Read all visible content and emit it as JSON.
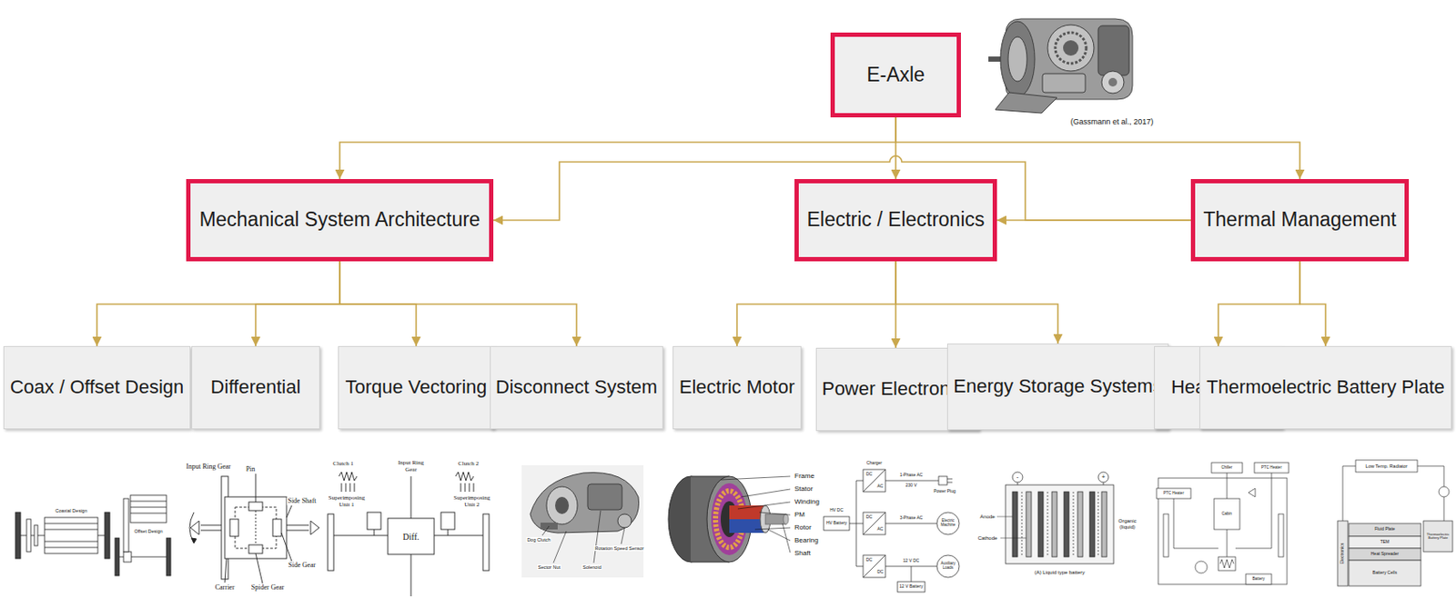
{
  "diagram": {
    "nodes": [
      {
        "text": [
          "E-Axle"
        ]
      },
      {
        "text": [
          "Mechanical System Architecture"
        ]
      },
      {
        "text": [
          "Electric / Electronics"
        ]
      },
      {
        "text": [
          "Thermal Management"
        ]
      },
      {
        "text": [
          "Coax / Offset Design"
        ]
      },
      {
        "text": [
          "Differential"
        ]
      },
      {
        "text": [
          "Torque Vectoring"
        ]
      },
      {
        "text": [
          "Disconnect System"
        ]
      },
      {
        "text": [
          "Electric Motor"
        ]
      },
      {
        "text": [
          "Power Electronics"
        ]
      },
      {
        "text": [
          "Energy Storage Systems"
        ]
      },
      {
        "text": [
          "Heat Pump"
        ]
      },
      {
        "text": [
          "Thermoelectric Battery Plate"
        ]
      }
    ],
    "edges": [
      {
        "from": 0,
        "to": 1,
        "arrow": "to"
      },
      {
        "from": 0,
        "to": 2,
        "arrow": "to"
      },
      {
        "from": 0,
        "to": 3,
        "arrow": "to"
      },
      {
        "from": 3,
        "to": 2,
        "arrow": "to"
      },
      {
        "from": 3,
        "to": 1,
        "arrow": "to"
      },
      {
        "from": 1,
        "to": 4,
        "arrow": "to"
      },
      {
        "from": 1,
        "to": 5,
        "arrow": "to"
      },
      {
        "from": 1,
        "to": 6,
        "arrow": "to"
      },
      {
        "from": 1,
        "to": 7,
        "arrow": "to"
      },
      {
        "from": 2,
        "to": 8,
        "arrow": "to"
      },
      {
        "from": 2,
        "to": 9,
        "arrow": "to"
      },
      {
        "from": 2,
        "to": 10,
        "arrow": "to"
      },
      {
        "from": 3,
        "to": 11,
        "arrow": "to"
      },
      {
        "from": 3,
        "to": 12,
        "arrow": "to"
      }
    ],
    "labels": [
      "(Gassmann et al., 2017)",
      "Coaxial Design",
      "Offset Design",
      "Input Ring Gear",
      "Pin",
      "Side Shaft",
      "Side Gear",
      "Carrier",
      "Spider Gear",
      "Clutch 1",
      "Input Ring Gear",
      "Clutch 2",
      "Superimposing Unit 1",
      "Superimposing Unit 2",
      "Diff.",
      "Dog Clutch",
      "Rotation Speed Sensor",
      "Sector Nut",
      "Solenoid",
      "Frame",
      "Stator",
      "Winding",
      "PM",
      "Rotor",
      "Bearing",
      "Shaft",
      "Charger",
      "DC",
      "AC",
      "1-Phase AC",
      "230 V",
      "Power Plug",
      "HV DC",
      "HV Battery",
      "DC",
      "AC",
      "3-Phase AC",
      "Electric Machine",
      "DC",
      "DC",
      "12 V DC",
      "Auxiliary Loads",
      "12 V Battery",
      "-",
      "+",
      "Anode",
      "Cathode",
      "Organic (liquid)",
      "(A) Liquid type battery",
      "Chiller",
      "PTC Heater",
      "PTC Heater",
      "Cabin",
      "Battery",
      "Low Temp. Radiator",
      "Fluid Plate",
      "TEM",
      "Heat Spreader",
      "Battery Cells",
      "Thermoelectric Battery Plate",
      "Electronics"
    ]
  }
}
